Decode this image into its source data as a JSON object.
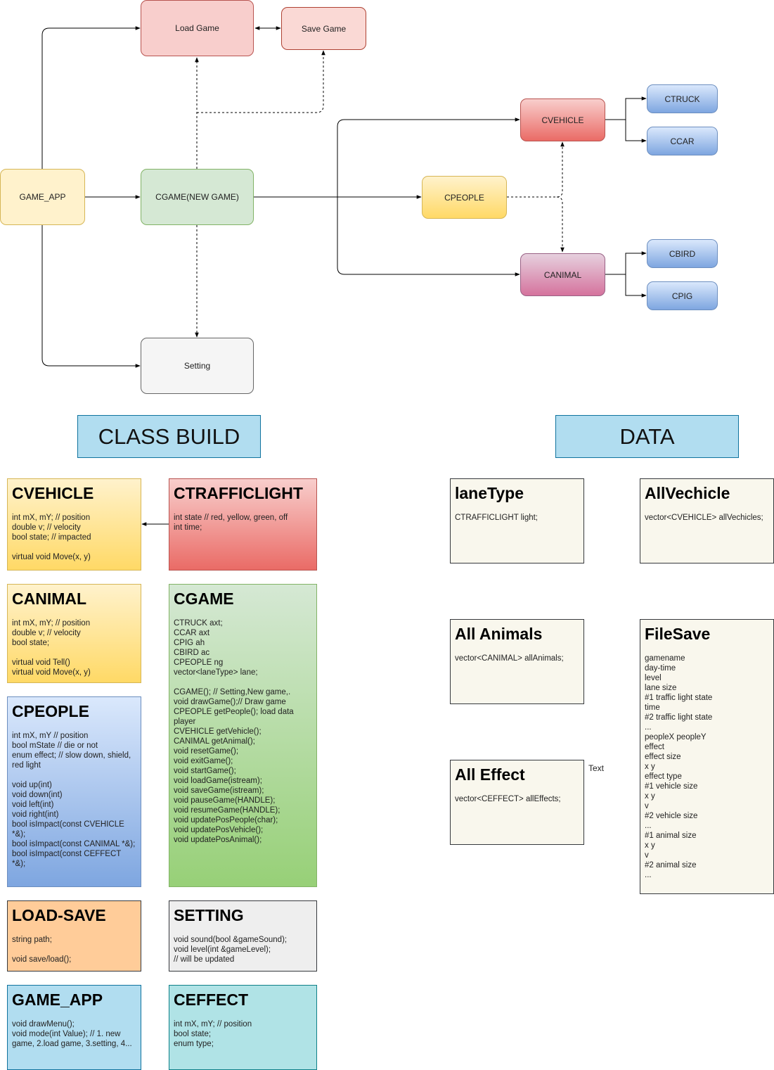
{
  "flow": {
    "load_game": "Load Game",
    "save_game": "Save Game",
    "game_app": "GAME_APP",
    "cgame": "CGAME(NEW GAME)",
    "setting": "Setting",
    "cpeople": "CPEOPLE",
    "cvehicle": "CVEHICLE",
    "canimal": "CANIMAL",
    "ctruck": "CTRUCK",
    "ccar": "CCAR",
    "cbird": "CBIRD",
    "cpig": "CPIG"
  },
  "sections": {
    "class_build": "CLASS BUILD",
    "data": "DATA"
  },
  "classes": {
    "cvehicle": {
      "title": "CVEHICLE",
      "body": "int mX, mY; // position\ndouble v; // velocity\nbool state; // impacted\n\nvirtual void Move(x, y)"
    },
    "ctrafficlight": {
      "title": "CTRAFFICLIGHT",
      "body": "int state // red, yellow, green, off\nint time;"
    },
    "canimal": {
      "title": "CANIMAL",
      "body": "int mX, mY; // position\ndouble v; // velocity\nbool state;\n\nvirtual void Tell()\nvirtual void Move(x, y)"
    },
    "cgame": {
      "title": "CGAME",
      "body": "CTRUCK axt;\nCCAR axt\nCPIG ah\nCBIRD ac\nCPEOPLE ng\nvector<laneType> lane;\n\nCGAME(); // Setting,New game,.\nvoid drawGame();// Draw game\nCPEOPLE getPeople(); load data player\nCVEHICLE getVehicle();\nCANIMAL getAnimal();\nvoid resetGame();\nvoid exitGame();\nvoid startGame();\nvoid loadGame(istream);\nvoid saveGame(istream);\nvoid pauseGame(HANDLE);\nvoid resumeGame(HANDLE);\nvoid updatePosPeople(char);\nvoid updatePosVehicle();\nvoid updatePosAnimal();"
    },
    "cpeople": {
      "title": "CPEOPLE",
      "body": "int mX, mY // position\nbool mState // die or not\nenum effect; // slow down, shield, red light\n\nvoid up(int)\nvoid down(int)\nvoid left(int)\nvoid right(int)\nbool isImpact(const CVEHICLE *&);\nbool isImpact(const CANIMAL *&);\nbool isImpact(const CEFFECT *&);"
    },
    "loadsave": {
      "title": "LOAD-SAVE",
      "body": "string path;\n\nvoid save/load();"
    },
    "setting": {
      "title": "SETTING",
      "body": "void sound(bool &gameSound);\nvoid level(int &gameLevel);\n// will be updated"
    },
    "gameapp": {
      "title": "GAME_APP",
      "body": "void drawMenu();\nvoid mode(int Value); // 1. new game, 2.load game, 3.setting, 4..."
    },
    "ceffect": {
      "title": "CEFFECT",
      "body": "int mX, mY; // position\nbool state;\nenum type;"
    }
  },
  "data_items": {
    "lanetype": {
      "title": "laneType",
      "body": "CTRAFFICLIGHT light;"
    },
    "allvechicle": {
      "title": "AllVechicle",
      "body": "vector<CVEHICLE> allVechicles;"
    },
    "allanimals": {
      "title": "All Animals",
      "body": "vector<CANIMAL> allAnimals;"
    },
    "filesave": {
      "title": "FileSave",
      "body": "gamename\nday-time\nlevel\nlane size\n#1 traffic light state\ntime\n#2 traffic light state\n...\npeopleX peopleY\neffect\neffect size\nx y\neffect type\n#1 vehicle size\nx y\nv\n#2 vehicle size\n...\n#1 animal size\nx y\nv\n#2 animal size\n..."
    },
    "alleffect": {
      "title": "All Effect",
      "body": "vector<CEFFECT> allEffects;"
    }
  },
  "floating_text": "Text"
}
